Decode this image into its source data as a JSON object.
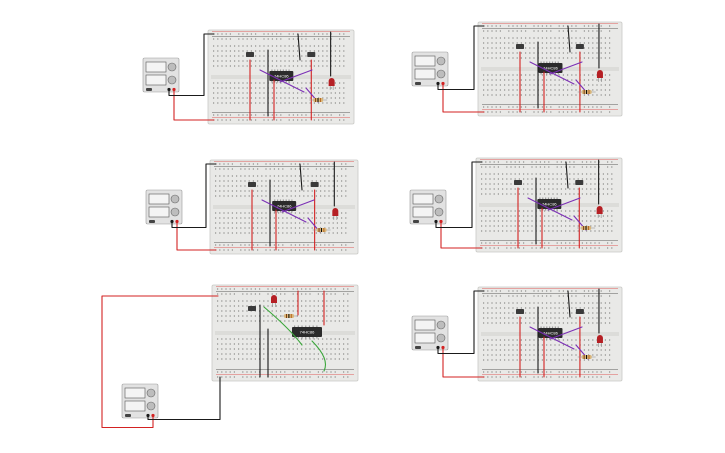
{
  "canvas": {
    "background": "#ffffff"
  },
  "colors": {
    "breadboard": "#e9e9e7",
    "breadboard_edge": "#c9c9c6",
    "hole": "#8a8a88",
    "rail_red": "#e05a5a",
    "rail_black": "#5a5a5a",
    "wire_red": "#d32222",
    "wire_black": "#1a1a1a",
    "wire_purple": "#7b2fb5",
    "wire_green": "#3aa63a",
    "chip": "#2b2b2b",
    "led": "#b51f24",
    "resistor": "#d9b67a",
    "psu_body": "#e2e2e2",
    "psu_display": "#f4f4f4",
    "psu_knob": "#bdbdbd"
  },
  "chip": {
    "part_label": "74HC86"
  },
  "circuits": [
    {
      "id": "circuit-1",
      "variant": "standard",
      "wiring": "purple-xor"
    },
    {
      "id": "circuit-2",
      "variant": "standard",
      "wiring": "purple-xor"
    },
    {
      "id": "circuit-3",
      "variant": "standard",
      "wiring": "purple-xor"
    },
    {
      "id": "circuit-4",
      "variant": "standard",
      "wiring": "purple-xor"
    },
    {
      "id": "circuit-5",
      "variant": "alternate",
      "wiring": "green-loop"
    },
    {
      "id": "circuit-6",
      "variant": "standard",
      "wiring": "purple-xor"
    }
  ]
}
